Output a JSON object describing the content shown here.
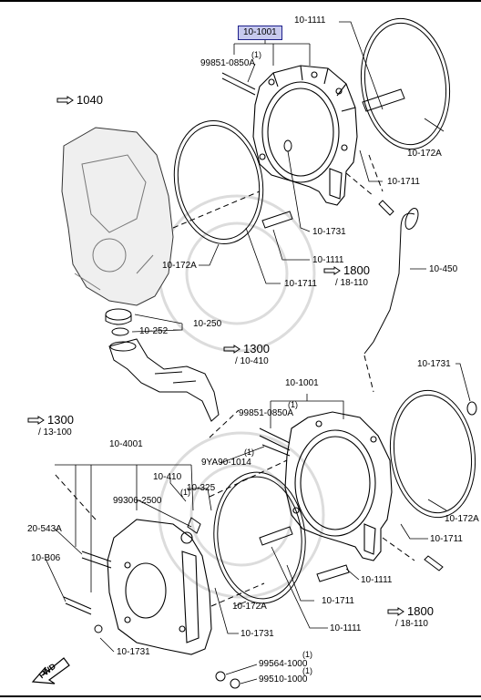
{
  "labels": {
    "top_part": "10-1001",
    "sub_1": "(1)",
    "p_99851_top": "99851-0850A",
    "p_10_1111_top": "10-1111",
    "ref_1040": "1040",
    "p_10_172A_right": "10-172A",
    "p_10_1711_r1": "10-1711",
    "p_10_1731_mid": "10-1731",
    "p_10_1111_mid": "10-1111",
    "p_10_172A_left": "10-172A",
    "p_10_1711_mid": "10-1711",
    "ref_1800_a": "1800",
    "ref_1800_a_sub": "/ 18-110",
    "p_10_450": "10-450",
    "p_10_250": "10-250",
    "p_10_252": "10-252",
    "ref_1300_a": "1300",
    "ref_1300_a_sub": "/ 10-410",
    "p_10_1731_right": "10-1731",
    "p_10_1001_b": "10-1001",
    "sub_2": "(1)",
    "p_99851_b": "99851-0850A",
    "ref_1300_b": "1300",
    "ref_1300_b_sub": "/ 13-100",
    "p_10_4001": "10-4001",
    "sub_3": "(1)",
    "p_9YA90": "9YA90-1014",
    "p_10_410": "10-410",
    "p_10_325": "10-325",
    "p_99306": "99306-2500",
    "sub_4": "(1)",
    "p_20_543A": "20-543A",
    "p_10_B06": "10-B06",
    "p_10_172A_r2": "10-172A",
    "p_10_1711_r2": "10-1711",
    "p_10_1111_b": "10-1111",
    "p_10_1711_b": "10-1711",
    "p_10_172A_b": "10-172A",
    "ref_1800_b": "1800",
    "ref_1800_b_sub": "/ 18-110",
    "p_10_1731_b": "10-1731",
    "p_10_1111_bb": "10-1111",
    "p_10_1731_bl": "10-1731",
    "p_99564": "99564-1000",
    "sub_5": "(1)",
    "p_99510": "99510-1000",
    "sub_6": "(1)",
    "fwd": "FWD"
  }
}
